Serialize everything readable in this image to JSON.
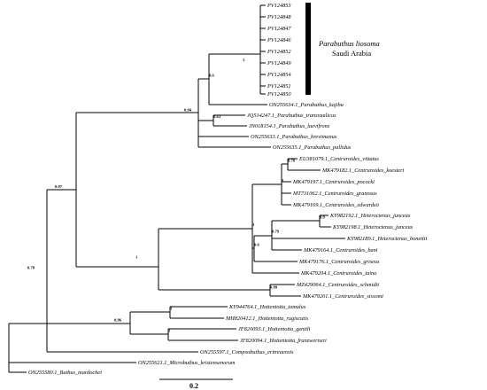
{
  "tips": [
    "PV124853",
    "PV124848",
    "PV124847",
    "PV124846",
    "PV124852",
    "PV124849",
    "PV124854",
    "PV124851",
    "PV124850",
    "ON255634.1_Parabuthus_kajibu",
    "JQ514247.1_Parabuthus_transvaalicus",
    "JN018154.1_Parabuthus_laevifrons",
    "ON255633.1_Parabuthus_brevimanus",
    "ON255635.1_Parabuthus_pallidus",
    "EU381079.1_Centruroides_vittatus",
    "MK479182.1_Centruroides_koesteri",
    "MK479197.1_Centruroides_pococki",
    "MT731062.1_Centruroides_granosus",
    "MK479169.1_Centruroides_edwardsii",
    "KY982192.1_Heteroctenus_junceus",
    "KY982198.1_Heteroctenus_junceus",
    "KY982189.1_Heteroctenus_bonettii",
    "MK479164.1_Centruroides_bani",
    "MK479176.1_Centruroides_griseus",
    "MK479204.1_Centruroides_taino",
    "MZ429064.1_Centruroides_schmidti",
    "MK479201.1_Centruroides_sissomi",
    "KY944764.1_Hottentotta_tamulus",
    "MH820412.1_Hottentotta_rugiscutis",
    "JF820093.1_Hottentotta_gentili",
    "JF820094.1_Hottentotta_franzwerneri",
    "ON255597.1_Compsobuthus_eritreaensis",
    "ON255621.1_Microbuthus_kristensenorum",
    "ON255580.1_Buthus_mardochei"
  ],
  "support_values": {
    "ingroup": "1",
    "kajibu_clade": "0.6",
    "transvaalicus_clade": "0.63",
    "parabuthus": "0.94",
    "vittatus_koesteri": "0.76",
    "pococki_group": "1",
    "heteroctenus": "0.9",
    "heteroctenus_bani": "0.79",
    "centruroides_a": "0.6",
    "centruroides_b": "1",
    "schmidti_sissomi": "0.99",
    "centruroides_all": "1",
    "hottentotta_a": "1",
    "hottentotta_b": "1",
    "hottentotta": "0.96",
    "main_split": "0.97",
    "root_inner": "0.78"
  },
  "clade_label": {
    "title": "Parabuthus liosoma",
    "subtitle": "Saudi Arabia"
  },
  "scale_bar": {
    "label": "0.2"
  },
  "colors": {
    "lines": "#000000",
    "clade_bar": "#000000",
    "background": "#ffffff"
  }
}
